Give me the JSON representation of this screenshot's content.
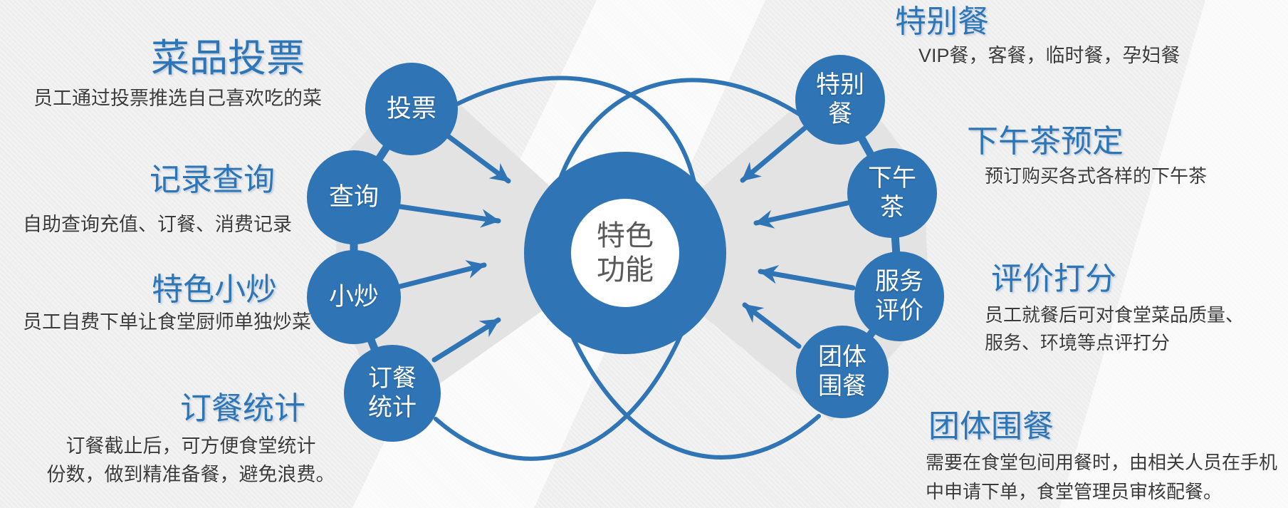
{
  "center": {
    "label": "特色\n功能"
  },
  "nodes": {
    "left": [
      {
        "label": "投票"
      },
      {
        "label": "查询"
      },
      {
        "label": "小炒"
      },
      {
        "label": "订餐\n统计"
      }
    ],
    "right": [
      {
        "label": "特别\n餐"
      },
      {
        "label": "下午\n茶"
      },
      {
        "label": "服务\n评价"
      },
      {
        "label": "团体\n围餐"
      }
    ]
  },
  "sections": {
    "left": [
      {
        "title": "菜品投票",
        "desc": "员工通过投票推选自己喜欢吃的菜"
      },
      {
        "title": "记录查询",
        "desc": "自助查询充值、订餐、消费记录"
      },
      {
        "title": "特色小炒",
        "desc": "员工自费下单让食堂厨师单独炒菜"
      },
      {
        "title": "订餐统计",
        "desc": "订餐截止后，可方便食堂统计\n份数，做到精准备餐，避免浪费。"
      }
    ],
    "right": [
      {
        "title": "特别餐",
        "desc": "VIP餐，客餐，临时餐，孕妇餐"
      },
      {
        "title": "下午茶预定",
        "desc": "预订购买各式各样的下午茶"
      },
      {
        "title": "评价打分",
        "desc": "员工就餐后可对食堂菜品质量、\n服务、环境等点评打分"
      },
      {
        "title": "团体围餐",
        "desc": "需要在食堂包间用餐时，由相关人员在手机\n中申请下单，食堂管理员审核配餐。"
      }
    ]
  },
  "colors": {
    "primary_blue": "#2F74B5",
    "heading_blue": "#2E75B6",
    "body_text": "#3B3B3B",
    "center_text": "#595959",
    "fan_gray": "#E3E3E3"
  }
}
